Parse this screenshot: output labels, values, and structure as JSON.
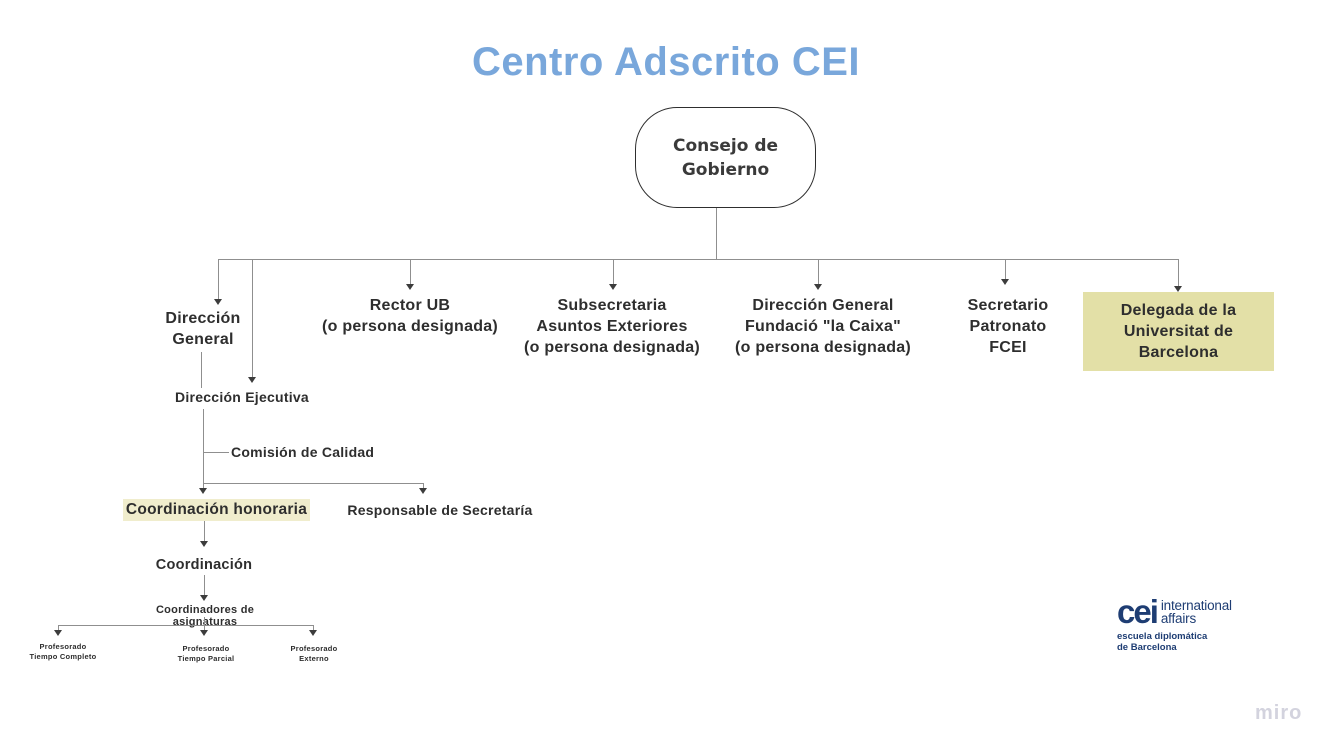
{
  "title": "Centro Adscrito CEI",
  "watermark": "miro",
  "colors": {
    "title_blue": "#79a7db",
    "highlight_strong": "#e3e0a7",
    "highlight_soft": "#f0edcd",
    "logo_navy": "#1e3d73",
    "connector_gray": "#8f8f8f",
    "text": "#2e2e2e"
  },
  "nodes": {
    "consejo": {
      "line1": "Consejo de",
      "line2": "Gobierno"
    },
    "direccion_general": {
      "line1": "Dirección",
      "line2": "General"
    },
    "rector": {
      "line1": "Rector UB",
      "line2": "(o persona designada)"
    },
    "subsecretaria": {
      "line1": "Subsecretaria",
      "line2": "Asuntos Exteriores",
      "line3": "(o persona designada)"
    },
    "fundacio": {
      "line1": "Dirección General",
      "line2": "Fundació \"la Caixa\"",
      "line3": "(o persona designada)"
    },
    "secretario": {
      "line1": "Secretario",
      "line2": "Patronato",
      "line3": "FCEI"
    },
    "delegada": {
      "line1": "Delegada de la",
      "line2": "Universitat de",
      "line3": "Barcelona"
    },
    "direccion_ejecutiva": {
      "label": "Dirección Ejecutiva"
    },
    "comision": {
      "label": "Comisión de Calidad"
    },
    "coordinacion_honoraria": {
      "label": "Coordinación honoraria"
    },
    "responsable": {
      "label": "Responsable de Secretaría"
    },
    "coordinacion": {
      "label": "Coordinación"
    },
    "coordinadores": {
      "label": "Coordinadores de asignaturas"
    },
    "prof_completo": {
      "line1": "Profesorado",
      "line2": "Tiempo Completo"
    },
    "prof_parcial": {
      "line1": "Profesorado",
      "line2": "Tiempo Parcial"
    },
    "prof_externo": {
      "line1": "Profesorado",
      "line2": "Externo"
    }
  },
  "edges": [
    [
      "Consejo de Gobierno",
      "Dirección General"
    ],
    [
      "Consejo de Gobierno",
      "Dirección Ejecutiva"
    ],
    [
      "Consejo de Gobierno",
      "Rector UB (o persona designada)"
    ],
    [
      "Consejo de Gobierno",
      "Subsecretaria Asuntos Exteriores (o persona designada)"
    ],
    [
      "Consejo de Gobierno",
      "Dirección General Fundació \"la Caixa\" (o persona designada)"
    ],
    [
      "Consejo de Gobierno",
      "Secretario Patronato FCEI"
    ],
    [
      "Consejo de Gobierno",
      "Delegada de la Universitat de Barcelona"
    ],
    [
      "Dirección General",
      "Dirección Ejecutiva"
    ],
    [
      "Dirección Ejecutiva",
      "Comisión de Calidad"
    ],
    [
      "Dirección Ejecutiva",
      "Coordinación honoraria"
    ],
    [
      "Dirección Ejecutiva",
      "Responsable de Secretaría"
    ],
    [
      "Coordinación honoraria",
      "Coordinación"
    ],
    [
      "Coordinación",
      "Coordinadores de asignaturas"
    ],
    [
      "Coordinadores de asignaturas",
      "Profesorado Tiempo Completo"
    ],
    [
      "Coordinadores de asignaturas",
      "Profesorado Tiempo Parcial"
    ],
    [
      "Coordinadores de asignaturas",
      "Profesorado Externo"
    ]
  ],
  "logo": {
    "cei": "cei",
    "line1": "international",
    "line2": "affairs",
    "line3": "escuela diplomática",
    "line4": "de Barcelona"
  }
}
